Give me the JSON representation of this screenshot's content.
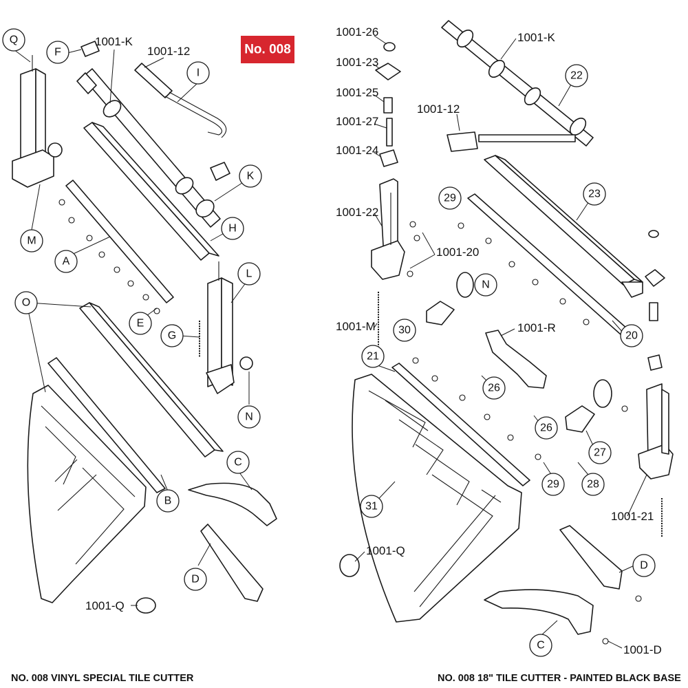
{
  "badge": {
    "text": "No. 008",
    "color": "#d7262e"
  },
  "captions": {
    "left": "NO. 008 VINYL SPECIAL TILE CUTTER",
    "right": "NO. 008 18\" TILE CUTTER - PAINTED BLACK BASE"
  },
  "left_diagram": {
    "plain_labels": [
      "1001-K",
      "1001-12",
      "1001-Q"
    ],
    "circle_labels": [
      "Q",
      "F",
      "I",
      "K",
      "H",
      "M",
      "A",
      "O",
      "E",
      "G",
      "L",
      "N",
      "B",
      "C",
      "D"
    ]
  },
  "right_diagram": {
    "plain_labels": [
      "1001-26",
      "1001-23",
      "1001-25",
      "1001-27",
      "1001-24",
      "1001-12",
      "1001-22",
      "1001-20",
      "1001-M",
      "1001-R",
      "1001-Q",
      "1001-21",
      "1001-D",
      "1001-K"
    ],
    "circle_labels": [
      "22",
      "23",
      "29",
      "N",
      "30",
      "20",
      "21",
      "26",
      "26",
      "27",
      "28",
      "29",
      "31",
      "D",
      "C"
    ]
  }
}
